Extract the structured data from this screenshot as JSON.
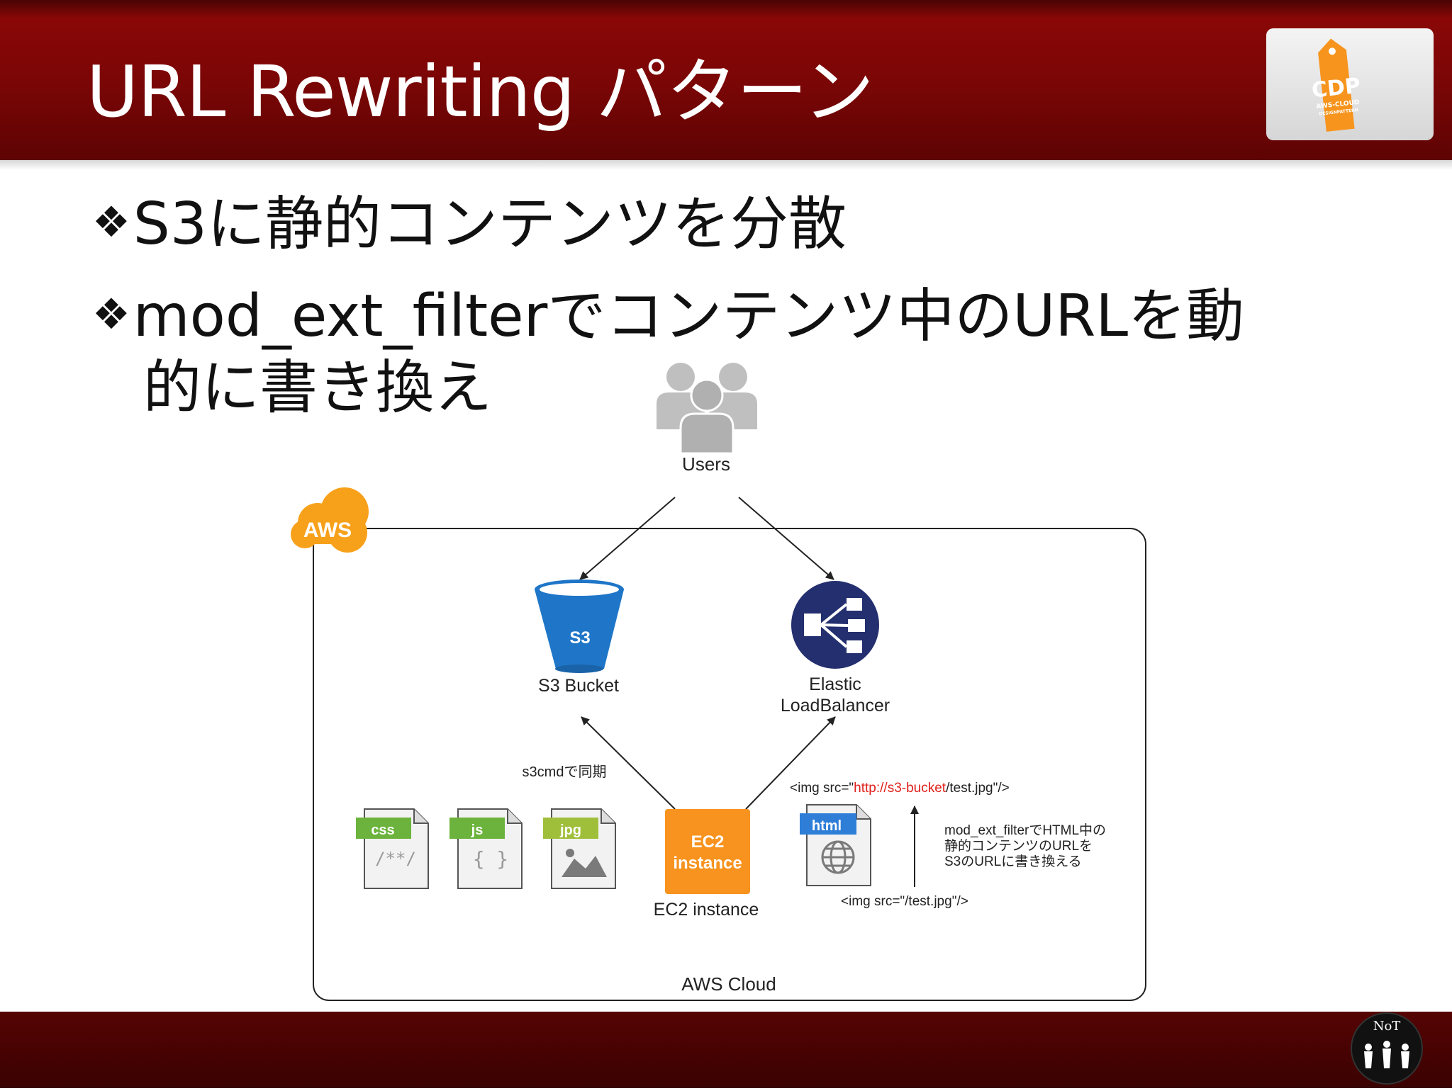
{
  "slide": {
    "title": "URL Rewriting パターン",
    "logo": {
      "main": "CDP",
      "sub1": "AWS-CLOUD",
      "sub2": "DESIGNPATTERN"
    },
    "bullets": [
      {
        "mark": "❖",
        "lines": [
          "S3に静的コンテンツを分散"
        ]
      },
      {
        "mark": "❖",
        "lines": [
          "mod_ext_filterでコンテンツ中のURLを動",
          "的に書き換え"
        ]
      }
    ],
    "footer_logo": "NoT"
  },
  "diagram": {
    "users_label": "Users",
    "aws_badge": "AWS",
    "cloud_label": "AWS Cloud",
    "s3": {
      "icon_text": "S3",
      "label": "S3 Bucket"
    },
    "elb": {
      "label_line1": "Elastic",
      "label_line2": "LoadBalancer"
    },
    "ec2": {
      "icon_line1": "EC2",
      "icon_line2": "instance",
      "label": "EC2 instance"
    },
    "sync_label": "s3cmdで同期",
    "files": [
      {
        "tag": "css",
        "glyph": "/**/"
      },
      {
        "tag": "js",
        "glyph": "{ }"
      },
      {
        "tag": "jpg",
        "glyph": ""
      }
    ],
    "html_tag": "html",
    "rewritten_prefix": "<img src=\"",
    "rewritten_url": "http://s3-bucket",
    "rewritten_suffix": "/test.jpg\"/>",
    "original_src": "<img src=\"/test.jpg\"/>",
    "note_lines": [
      "mod_ext_filterでHTML中の",
      "静的コンテンツのURLを",
      "S3のURLに書き換える"
    ],
    "colors": {
      "s3_blue": "#1f76c8",
      "elb_navy": "#232f6e",
      "ec2_orange": "#f7931e",
      "aws_orange": "#f7a11a",
      "file_green": "#6bb33c",
      "html_blue": "#2e7ed8",
      "url_red": "#e0201b"
    }
  }
}
